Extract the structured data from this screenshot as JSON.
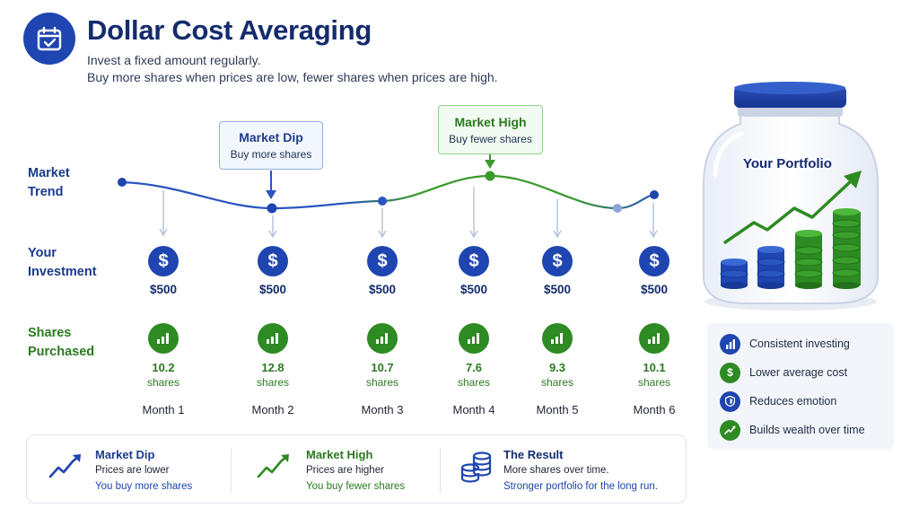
{
  "header": {
    "title": "Dollar Cost Averaging",
    "subtitle_line1": "Invest a fixed amount regularly.",
    "subtitle_line2": "Buy more shares when prices are low, fewer shares when prices are high.",
    "icon": "calendar-check-icon"
  },
  "rows": {
    "market_trend": [
      "Market",
      "Trend"
    ],
    "your_investment": [
      "Your",
      "Investment"
    ],
    "shares_purchased": [
      "Shares",
      "Purchased"
    ]
  },
  "callouts": {
    "dip": {
      "title": "Market Dip",
      "subtitle": "Buy more shares"
    },
    "high": {
      "title": "Market High",
      "subtitle": "Buy fewer shares"
    }
  },
  "months": [
    {
      "label": "Month 1",
      "investment": "$500",
      "shares": "10.2",
      "unit": "shares"
    },
    {
      "label": "Month 2",
      "investment": "$500",
      "shares": "12.8",
      "unit": "shares"
    },
    {
      "label": "Month 3",
      "investment": "$500",
      "shares": "10.7",
      "unit": "shares"
    },
    {
      "label": "Month 4",
      "investment": "$500",
      "shares": "7.6",
      "unit": "shares"
    },
    {
      "label": "Month 5",
      "investment": "$500",
      "shares": "9.3",
      "unit": "shares"
    },
    {
      "label": "Month 6",
      "investment": "$500",
      "shares": "10.1",
      "unit": "shares"
    }
  ],
  "coin_symbol": "$",
  "bottom": [
    {
      "title": "Market Dip",
      "line1": "Prices are lower",
      "line2": "You buy more shares",
      "icon": "trend-up-blue-icon"
    },
    {
      "title": "Market High",
      "line1": "Prices are higher",
      "line2": "You buy fewer shares",
      "icon": "trend-up-green-icon"
    },
    {
      "title": "The Result",
      "line1": "More shares over time.",
      "line2": "Stronger portfolio for the long run.",
      "icon": "coin-stack-icon"
    }
  ],
  "portfolio": {
    "label": "Your Portfolio"
  },
  "benefits": [
    {
      "label": "Consistent investing",
      "icon": "bar-chart-icon",
      "color": "#1e45b0"
    },
    {
      "label": "Lower average cost",
      "icon": "dollar-icon",
      "color": "#2e8a23"
    },
    {
      "label": "Reduces emotion",
      "icon": "shield-icon",
      "color": "#1e45b0"
    },
    {
      "label": "Builds wealth over time",
      "icon": "trend-up-icon",
      "color": "#2e8a23"
    }
  ],
  "colors": {
    "brand_blue": "#1e45b0",
    "brand_green": "#2e8a23",
    "navy_text": "#142c6e"
  }
}
